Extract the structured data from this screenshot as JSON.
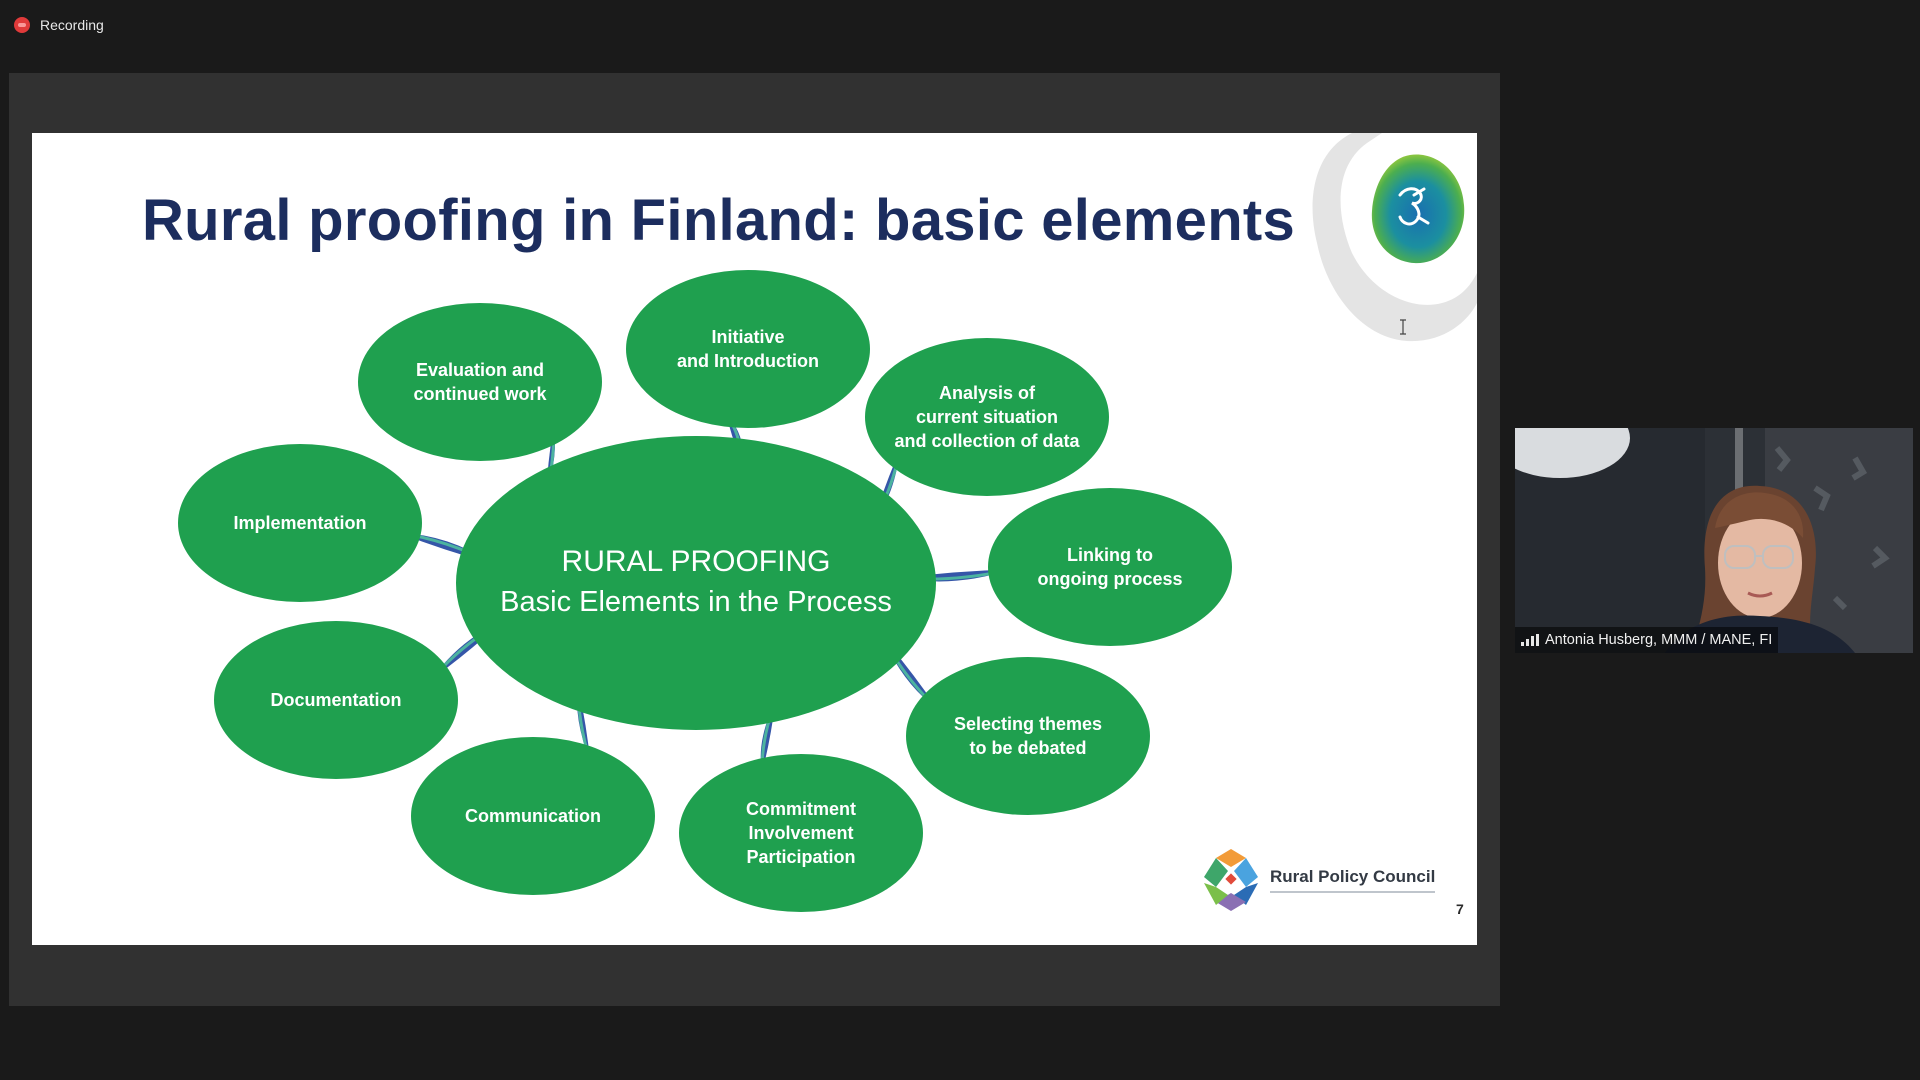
{
  "recording": {
    "label": "Recording",
    "icon": "recording-dot-icon"
  },
  "slide": {
    "title": "Rural proofing in Finland: basic elements",
    "center": {
      "line1": "RURAL PROOFING",
      "line2": "Basic Elements in the Process"
    },
    "nodes": [
      {
        "lines": [
          "Initiative",
          "and Introduction"
        ]
      },
      {
        "lines": [
          "Analysis of",
          "current situation",
          "and collection of data"
        ]
      },
      {
        "lines": [
          "Linking to",
          "ongoing process"
        ]
      },
      {
        "lines": [
          "Selecting themes",
          "to be debated"
        ]
      },
      {
        "lines": [
          "Commitment",
          "Involvement",
          "Participation"
        ]
      },
      {
        "lines": [
          "Communication"
        ]
      },
      {
        "lines": [
          "Documentation"
        ]
      },
      {
        "lines": [
          "Implementation"
        ]
      },
      {
        "lines": [
          "Evaluation and",
          "continued work"
        ]
      }
    ],
    "footer_logo_text": "Rural Policy Council",
    "page_number": "7",
    "colors": {
      "node_green": "#1fa04f",
      "title_navy": "#1c2d5e",
      "connector_blue": "#3556a8"
    }
  },
  "participant": {
    "name": "Antonia Husberg, MMM / MANE, FI",
    "signal_icon": "signal-bars-icon"
  }
}
